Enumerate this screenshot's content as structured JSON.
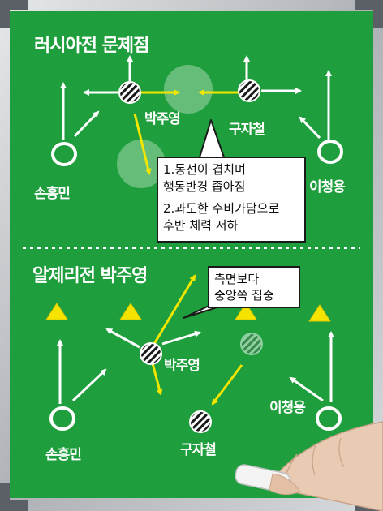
{
  "colors": {
    "board_green": "#1e9e3c",
    "frame_silver": "#bfc3c7",
    "arrow_white": "#ffffff",
    "arrow_yellow": "#f2e600",
    "cone_yellow": "#f4e400"
  },
  "top_section": {
    "title": "러시아전 문제점",
    "players": {
      "park": "박주영",
      "koo": "구자철",
      "son": "손흥민",
      "lee": "이청용"
    },
    "callout": {
      "point1": [
        "1.동선이 겹치며",
        "행동반경 좁아짐"
      ],
      "point2": [
        "2.과도한 수비가담으로",
        "후반 체력 저하"
      ]
    }
  },
  "bottom_section": {
    "title": "알제리전 박주영",
    "players": {
      "park": "박주영",
      "koo": "구자철",
      "son": "손흥민",
      "lee": "이청용"
    },
    "callout": [
      "측면보다",
      "중앙쪽 집중"
    ]
  }
}
